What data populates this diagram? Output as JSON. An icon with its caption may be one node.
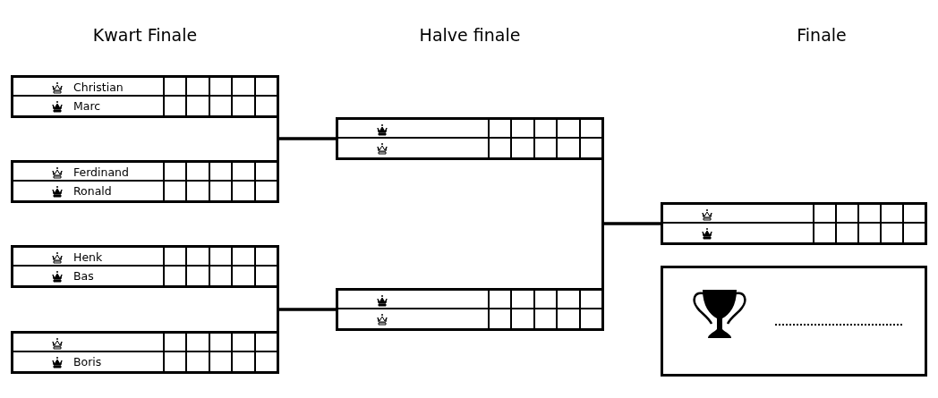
{
  "diagram": {
    "nodes": [
      {
        "text": [
          "Christian",
          "Marc"
        ]
      },
      {
        "text": [
          "Ferdinand",
          "Ronald"
        ]
      },
      {
        "text": [
          "Henk",
          "Bas"
        ]
      },
      {
        "text": [
          "Boris"
        ]
      },
      {
        "text": [],
        "shape": "box"
      },
      {
        "text": [],
        "shape": "box"
      },
      {
        "text": [],
        "shape": "box"
      },
      {
        "text": [],
        "shape": "box"
      },
      {
        "text": [],
        "shape": "picture",
        "in": 7
      }
    ],
    "edges": [
      {
        "from": 0,
        "to": 4,
        "arrow": "none"
      },
      {
        "from": 1,
        "to": 4,
        "arrow": "none"
      },
      {
        "from": 2,
        "to": 5,
        "arrow": "none"
      },
      {
        "from": 3,
        "to": 5,
        "arrow": "none"
      },
      {
        "from": 4,
        "to": 6,
        "arrow": "none"
      },
      {
        "from": 5,
        "to": 6,
        "arrow": "none"
      }
    ],
    "labels": [
      "Kwart Finale",
      "Halve finale",
      "Finale"
    ]
  }
}
